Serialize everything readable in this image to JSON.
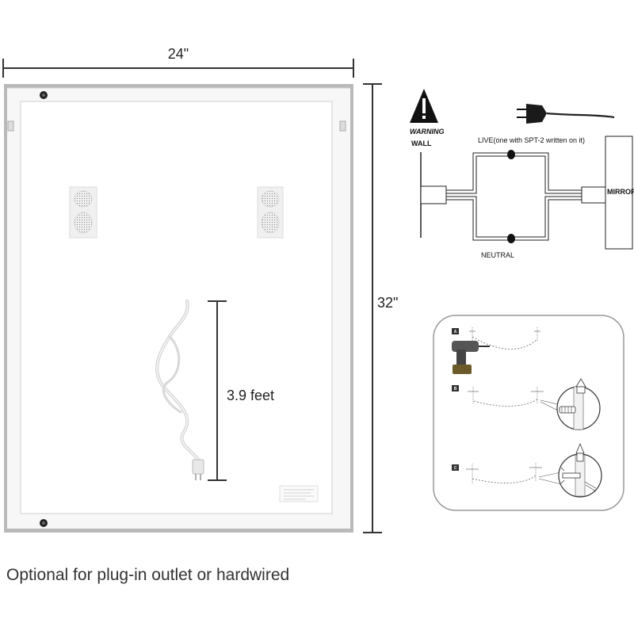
{
  "dimensions": {
    "width_label": "24\"",
    "height_label": "32\"",
    "cord_length_label": "3.9 feet"
  },
  "wiring": {
    "warning_label": "WARNING",
    "wall_label": "WALL",
    "live_label": "LIVE(one with SPT-2 written on it)",
    "neutral_label": "NEUTRAL",
    "mirror_label": "MIRROR"
  },
  "installation": {
    "steps": [
      "A",
      "B",
      "C"
    ]
  },
  "caption": "Optional for plug-in outlet or hardwired",
  "colors": {
    "frame": "#b9b9b9",
    "panel": "#ffffff",
    "line": "#333333",
    "cord": "#eeeeee"
  },
  "icons": [
    "warning-triangle-icon",
    "power-plug-icon",
    "drill-icon",
    "anchor-icon"
  ]
}
